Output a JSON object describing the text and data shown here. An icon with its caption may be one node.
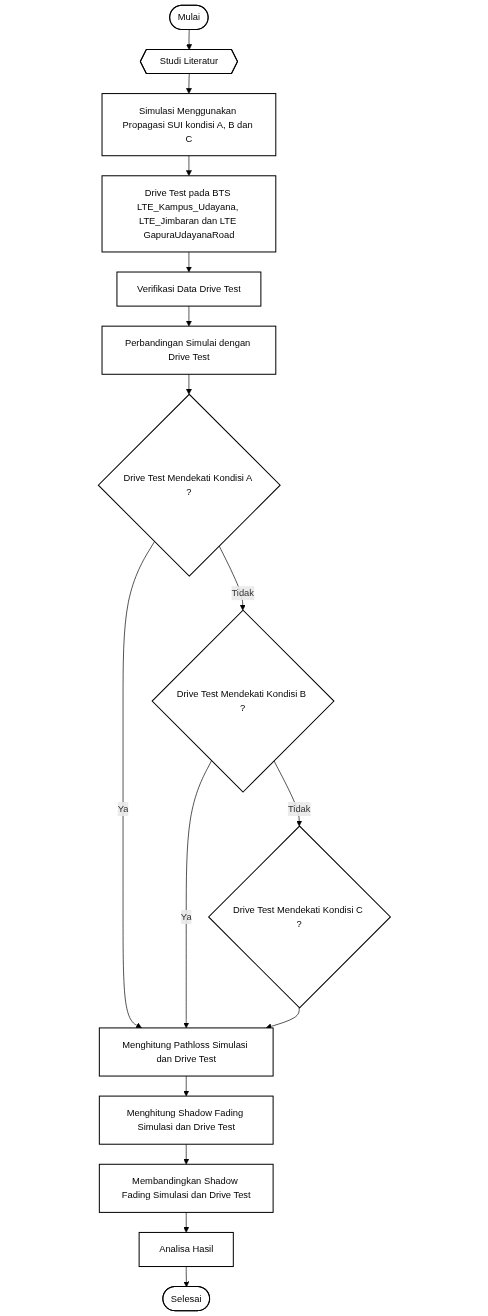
{
  "diagram": {
    "nodes": [
      {
        "text": [
          "Mulai"
        ]
      },
      {
        "text": [
          "Studi Literatur"
        ]
      },
      {
        "text": [
          "Simulasi Menggunakan Propagasi SUI kondisi A, B dan C"
        ]
      },
      {
        "text": [
          "Drive Test pada BTS LTE_Kampus_Udayana, LTE_Jimbaran dan LTE GapuraUdayanaRoad"
        ]
      },
      {
        "text": [
          "Verifikasi Data Drive Test"
        ]
      },
      {
        "text": [
          "Perbandingan Simulai dengan Drive Test"
        ]
      },
      {
        "text": [
          "Drive Test Mendekati Kondisi A ?"
        ]
      },
      {
        "text": [
          "Drive Test Mendekati Kondisi B ?"
        ]
      },
      {
        "text": [
          "Drive Test Mendekati Kondisi C ?"
        ]
      },
      {
        "text": [
          "Menghitung Pathloss Simulasi dan Drive Test"
        ]
      },
      {
        "text": [
          "Menghitung Shadow Fading Simulasi dan Drive Test"
        ]
      },
      {
        "text": [
          "Membandingkan Shadow Fading Simulasi dan Drive Test"
        ]
      },
      {
        "text": [
          "Analisa Hasil"
        ]
      },
      {
        "text": [
          "Selesai"
        ]
      }
    ],
    "edges": [
      {
        "from": 0,
        "to": 1,
        "arrow": "to"
      },
      {
        "from": 1,
        "to": 2,
        "arrow": "to"
      },
      {
        "from": 2,
        "to": 3,
        "arrow": "to"
      },
      {
        "from": 3,
        "to": 4,
        "arrow": "to"
      },
      {
        "from": 4,
        "to": 5,
        "arrow": "to"
      },
      {
        "from": 5,
        "to": 6,
        "arrow": "to"
      },
      {
        "from": 6,
        "to": 7,
        "label": "Tidak",
        "arrow": "to"
      },
      {
        "from": 7,
        "to": 8,
        "label": "Tidak",
        "arrow": "to"
      },
      {
        "from": 6,
        "to": 9,
        "label": "Ya",
        "arrow": "to"
      },
      {
        "from": 7,
        "to": 9,
        "label": "Ya",
        "arrow": "to"
      },
      {
        "from": 8,
        "to": 9,
        "arrow": "to"
      },
      {
        "from": 9,
        "to": 10,
        "arrow": "to"
      },
      {
        "from": 10,
        "to": 11,
        "arrow": "to"
      },
      {
        "from": 11,
        "to": 12,
        "arrow": "to"
      },
      {
        "from": 12,
        "to": 13,
        "arrow": "to"
      }
    ]
  }
}
